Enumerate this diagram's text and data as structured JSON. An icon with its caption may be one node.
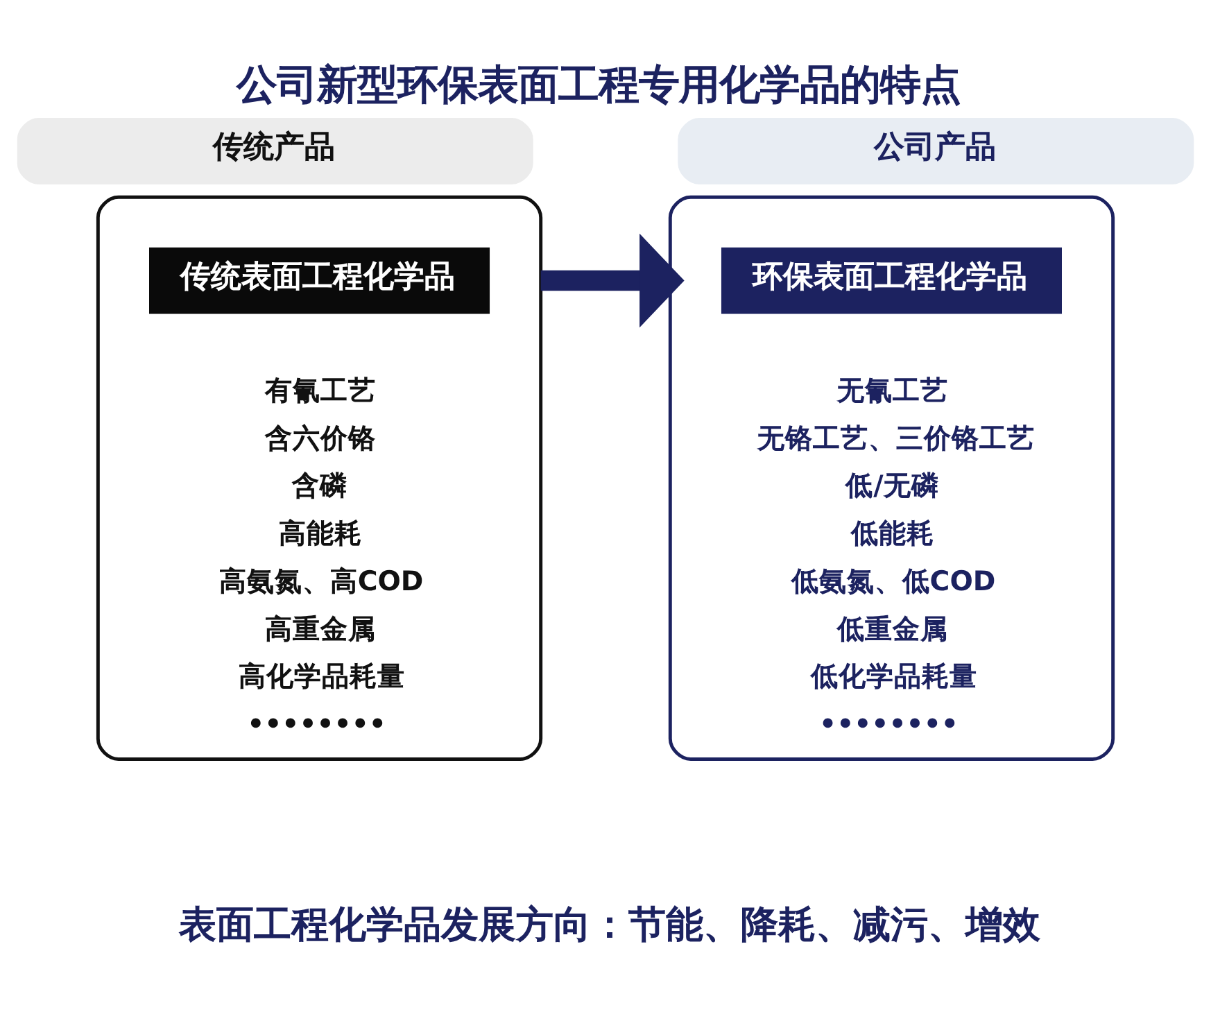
{
  "diagram": {
    "title": "公司新型环保表面工程专用化学品的特点",
    "caption": "表面工程化学品发展方向：节能、降耗、减污、增效",
    "nodes": [
      {
        "text": [
          "传统产品"
        ]
      },
      {
        "text": [
          "公司产品"
        ]
      },
      {
        "text": [
          "有氰工艺",
          "含六价铬",
          "含磷",
          "高能耗",
          "高氨氮、高COD",
          "高重金属",
          "高化学品耗量",
          "••••••••"
        ]
      },
      {
        "text": [
          "传统表面工程化学品"
        ],
        "in": 2
      },
      {
        "text": [
          "无氰工艺",
          "无铬工艺、三价铬工艺",
          "低/无磷",
          "低能耗",
          "低氨氮、低COD",
          "低重金属",
          "低化学品耗量",
          "••••••••"
        ]
      },
      {
        "text": [
          "环保表面工程化学品"
        ],
        "in": 4
      }
    ],
    "edges": [
      {
        "from": 2,
        "to": 4,
        "arrow": "to",
        "color": "#1c2260"
      }
    ]
  }
}
